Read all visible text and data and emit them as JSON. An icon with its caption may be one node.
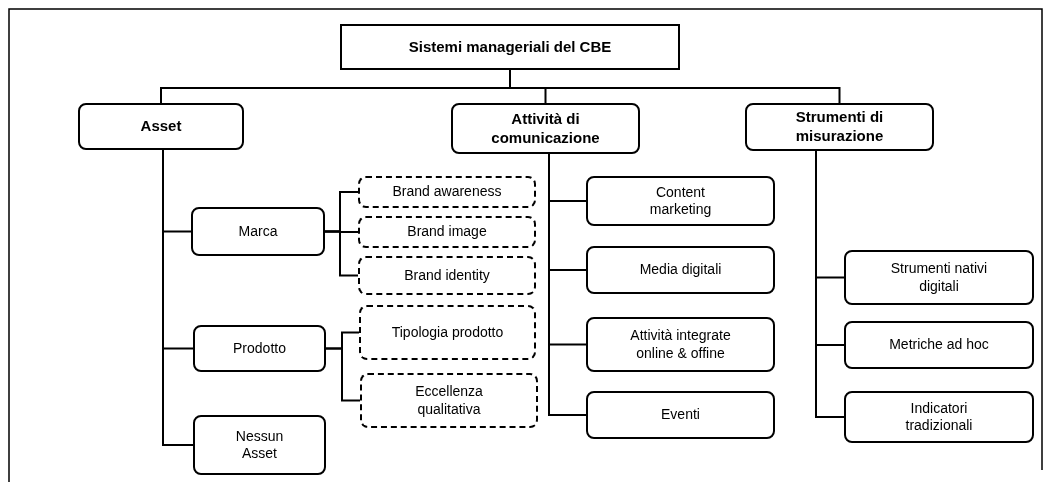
{
  "diagram": {
    "nodes": [
      {
        "text": [
          "Sistemi manageriali del CBE"
        ]
      },
      {
        "text": [
          "Asset"
        ]
      },
      {
        "text": [
          "Attività di comunicazione"
        ]
      },
      {
        "text": [
          "Strumenti di misurazione"
        ]
      },
      {
        "text": [
          "Marca"
        ]
      },
      {
        "text": [
          "Prodotto"
        ]
      },
      {
        "text": [
          "Nessun Asset"
        ]
      },
      {
        "text": [
          "Brand awareness"
        ]
      },
      {
        "text": [
          "Brand image"
        ]
      },
      {
        "text": [
          "Brand identity"
        ]
      },
      {
        "text": [
          "Tipologia prodotto"
        ]
      },
      {
        "text": [
          "Eccellenza qualitativa"
        ]
      },
      {
        "text": [
          "Content marketing"
        ]
      },
      {
        "text": [
          "Media digitali"
        ]
      },
      {
        "text": [
          "Attività integrate online & offine"
        ]
      },
      {
        "text": [
          "Eventi"
        ]
      },
      {
        "text": [
          "Strumenti nativi digitali"
        ]
      },
      {
        "text": [
          "Metriche ad hoc"
        ]
      },
      {
        "text": [
          "Indicatori tradizionali"
        ]
      }
    ],
    "edges": [
      {
        "from": 0,
        "to": 1,
        "arrow": "none"
      },
      {
        "from": 0,
        "to": 2,
        "arrow": "none"
      },
      {
        "from": 0,
        "to": 3,
        "arrow": "none"
      },
      {
        "from": 1,
        "to": 4,
        "arrow": "none"
      },
      {
        "from": 1,
        "to": 5,
        "arrow": "none"
      },
      {
        "from": 1,
        "to": 6,
        "arrow": "none"
      },
      {
        "from": 4,
        "to": 7,
        "arrow": "none"
      },
      {
        "from": 4,
        "to": 8,
        "arrow": "none"
      },
      {
        "from": 4,
        "to": 9,
        "arrow": "none"
      },
      {
        "from": 5,
        "to": 10,
        "arrow": "none"
      },
      {
        "from": 5,
        "to": 11,
        "arrow": "none"
      },
      {
        "from": 2,
        "to": 12,
        "arrow": "none"
      },
      {
        "from": 2,
        "to": 13,
        "arrow": "none"
      },
      {
        "from": 2,
        "to": 14,
        "arrow": "none"
      },
      {
        "from": 2,
        "to": 15,
        "arrow": "none"
      },
      {
        "from": 3,
        "to": 16,
        "arrow": "none"
      },
      {
        "from": 3,
        "to": 17,
        "arrow": "none"
      },
      {
        "from": 3,
        "to": 18,
        "arrow": "none"
      }
    ]
  }
}
